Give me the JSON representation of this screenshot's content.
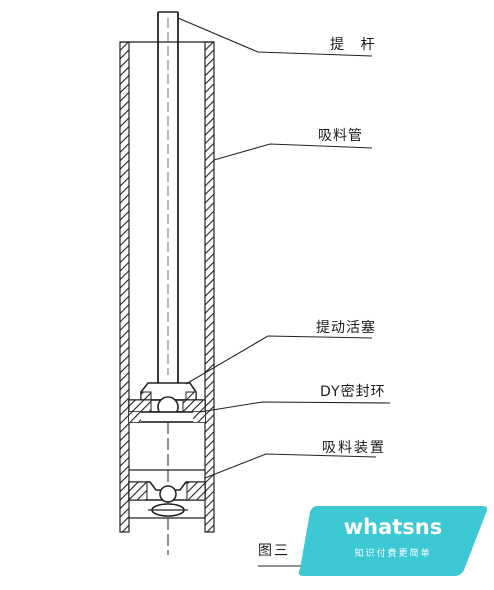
{
  "diagram": {
    "labels": {
      "rod": "提 杆",
      "suction_tube": "吸料管",
      "lift_piston": "提动活塞",
      "dy_seal_ring": "DY密封环",
      "intake_device": "吸料装置"
    },
    "caption": "图三"
  },
  "watermark": {
    "title": "whatsns",
    "subtitle": "知识付费更简单",
    "color": "#3cc9d4"
  }
}
